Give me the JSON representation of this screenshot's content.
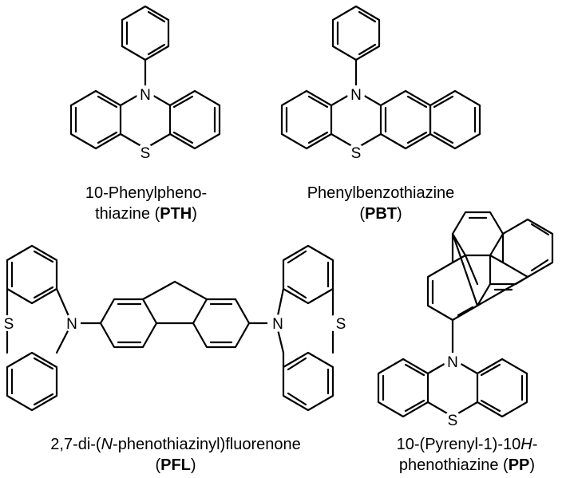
{
  "molecules": {
    "pth": {
      "atoms": {
        "n": "N",
        "s": "S"
      },
      "caption": {
        "line1": "10-Phenylpheno-",
        "line2_pre": "thiazine (",
        "abbr": "PTH",
        "line2_post": ")"
      }
    },
    "pbt": {
      "atoms": {
        "n": "N",
        "s": "S"
      },
      "caption": {
        "line1": "Phenylbenzothiazine",
        "line2_pre": "(",
        "abbr": "PBT",
        "line2_post": ")"
      }
    },
    "pfl": {
      "atoms": {
        "n_left": "N",
        "s_left": "S",
        "n_right": "N",
        "s_right": "S"
      },
      "caption": {
        "line1_pre": "2,7-di-(",
        "italic": "N",
        "line1_post": "-phenothiazinyl)fluorenone",
        "line2_pre": "(",
        "abbr": "PFL",
        "line2_post": ")"
      }
    },
    "pp": {
      "atoms": {
        "n": "N",
        "s": "S"
      },
      "caption": {
        "line1_pre": "10-(Pyrenyl-1)-10",
        "italic": "H",
        "line1_post": "-",
        "line2_pre": "phenothiazine (",
        "abbr": "PP",
        "line2_post": ")"
      }
    }
  }
}
